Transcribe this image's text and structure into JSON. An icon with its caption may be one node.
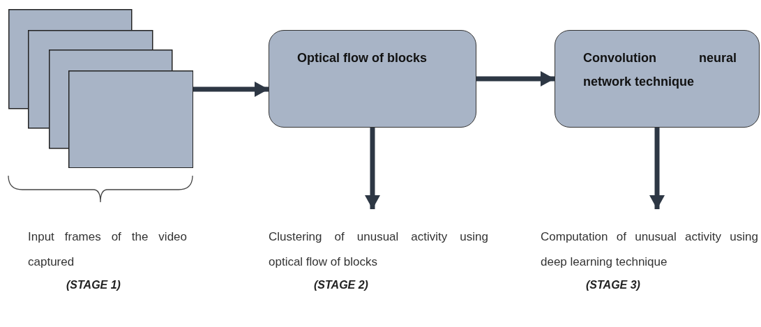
{
  "diagram": {
    "nodes": [
      {
        "text": [],
        "shape": "picture"
      },
      {
        "text": [
          "Optical flow of blocks"
        ]
      },
      {
        "text": [
          "Clustering of unusual activity using optical flow of blocks",
          "(STAGE 2)"
        ]
      },
      {
        "text": [
          "Convolution neural network technique"
        ]
      },
      {
        "text": [
          "Computation of unusual activity using deep learning technique",
          "(STAGE 3)"
        ]
      }
    ],
    "edges": [
      {
        "from": 0,
        "to": 1,
        "arrow": "to"
      },
      {
        "from": 1,
        "to": 3,
        "arrow": "to"
      },
      {
        "from": 1,
        "to": 2,
        "arrow": "to"
      },
      {
        "from": 3,
        "to": 4,
        "arrow": "to"
      }
    ],
    "labels": [
      "Input frames of the video captured",
      "(STAGE 1)"
    ]
  }
}
